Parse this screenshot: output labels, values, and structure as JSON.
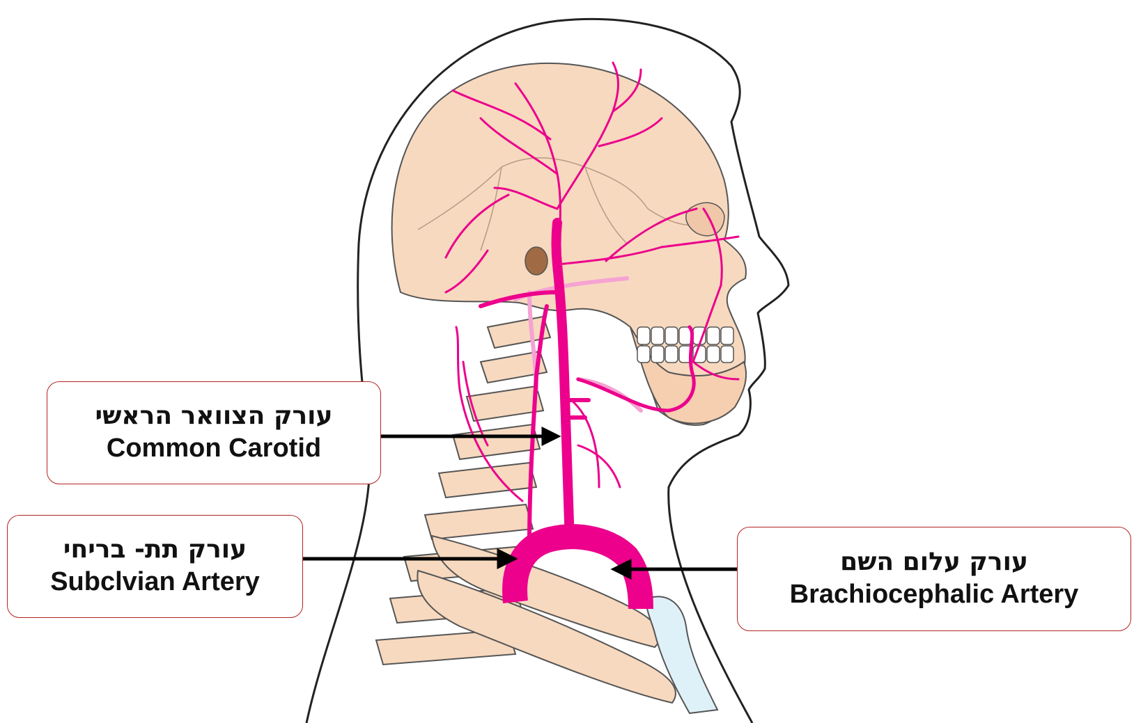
{
  "labels": [
    {
      "id": "common-carotid",
      "hebrew": "עורק הצוואר הראשי",
      "english": "Common Carotid"
    },
    {
      "id": "subclavian-artery",
      "hebrew": "עורק תת- בריחי",
      "english": "Subclvian Artery"
    },
    {
      "id": "brachiocephalic-artery",
      "hebrew": "עורק עלום השם",
      "english": "Brachiocephalic Artery"
    }
  ],
  "colors": {
    "artery": "#ec008c",
    "artery_light": "#f5a3d2",
    "bone": "#f7d9bf",
    "bone_outline": "#555555",
    "outline": "#222222",
    "cartilage": "#dff1f8",
    "box_border": "#b22222"
  }
}
